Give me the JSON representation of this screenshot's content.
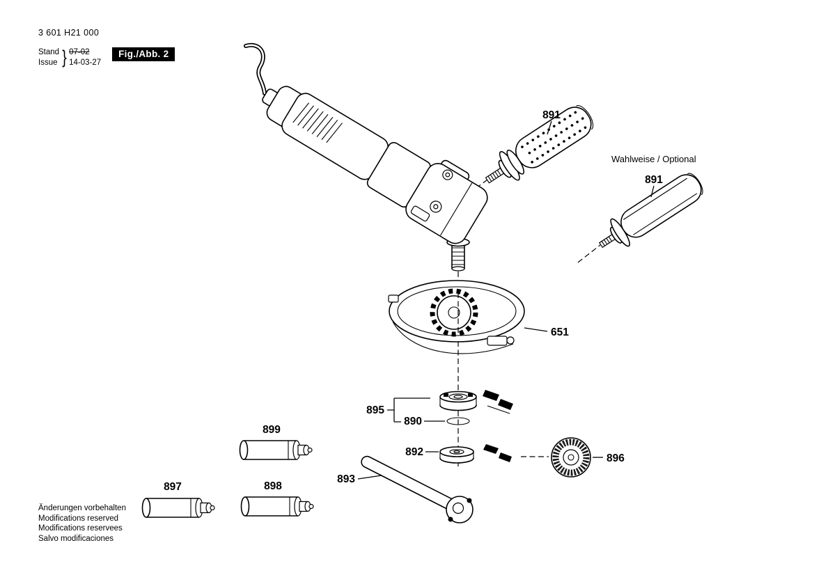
{
  "header": {
    "part_number": "3 601 H21 000",
    "revision": {
      "stand_label": "Stand",
      "issue_label": "Issue",
      "brace": "}",
      "stand_value": "07-02",
      "issue_value": "14-03-27"
    },
    "figure_badge": "Fig./Abb. 2"
  },
  "diagram": {
    "optional_note": "Wahlweise / Optional",
    "part_labels": {
      "side_handle_top": "891",
      "side_handle_optional": "891",
      "wheel_guard": "651",
      "flange_group": "895",
      "retaining_ring": "890",
      "backing_flange": "892",
      "clamping_nut": "896",
      "pin_wrench": "893",
      "tube_899": "899",
      "tube_898": "898",
      "tube_897": "897"
    }
  },
  "footer": {
    "lines": [
      "Änderungen vorbehalten",
      "Modifications reserved",
      "Modifications reservees",
      "Salvo modificaciones"
    ]
  }
}
